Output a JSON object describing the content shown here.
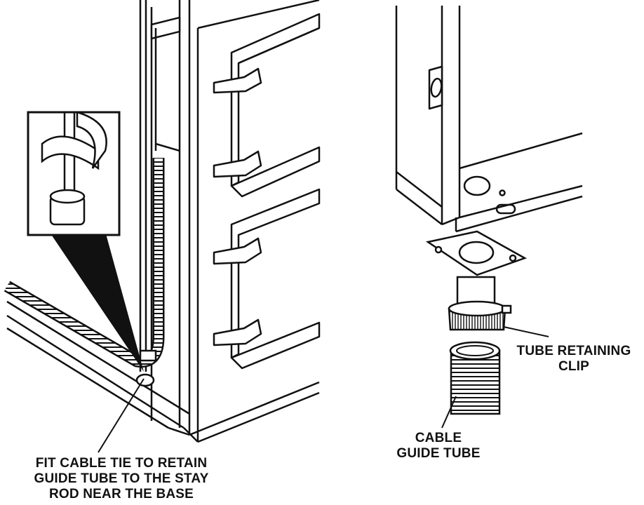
{
  "labels": {
    "cable_tie": [
      "FIT CABLE TIE TO RETAIN",
      "GUIDE TUBE TO THE STAY",
      "ROD NEAR THE BASE"
    ],
    "retaining_clip": [
      "TUBE RETAINING",
      "CLIP"
    ],
    "guide_tube": [
      "CABLE",
      "GUIDE TUBE"
    ]
  },
  "colors": {
    "ink": "#111111",
    "paper": "#ffffff"
  }
}
